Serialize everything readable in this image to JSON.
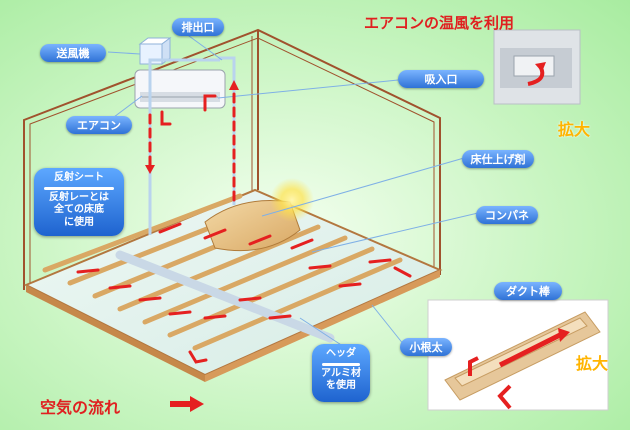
{
  "title": "エアコンの温風を利用",
  "labels": {
    "fan": "送風機",
    "exhaust": "排出口",
    "intake": "吸入口",
    "aircon": "エアコン",
    "floor_board": "床仕上げ剤",
    "konpane": "コンパネ",
    "duct": "ダクト棒",
    "joist": "小根太"
  },
  "zoom_label": "拡大",
  "reflect_sheet": {
    "title": "反射シート",
    "desc_line1": "反射レーとは",
    "desc_line2": "全ての床底",
    "desc_line3": "に使用"
  },
  "header_box": {
    "title": "ヘッダ",
    "line1": "アルミ材",
    "line2": "を使用"
  },
  "legend": "空気の流れ",
  "colors": {
    "label_blue": "#2f72d6",
    "arrow_red": "#e52020",
    "title_red": "#e02020",
    "zoom_orange": "#ffb400",
    "frame_brown": "#a0522d"
  }
}
